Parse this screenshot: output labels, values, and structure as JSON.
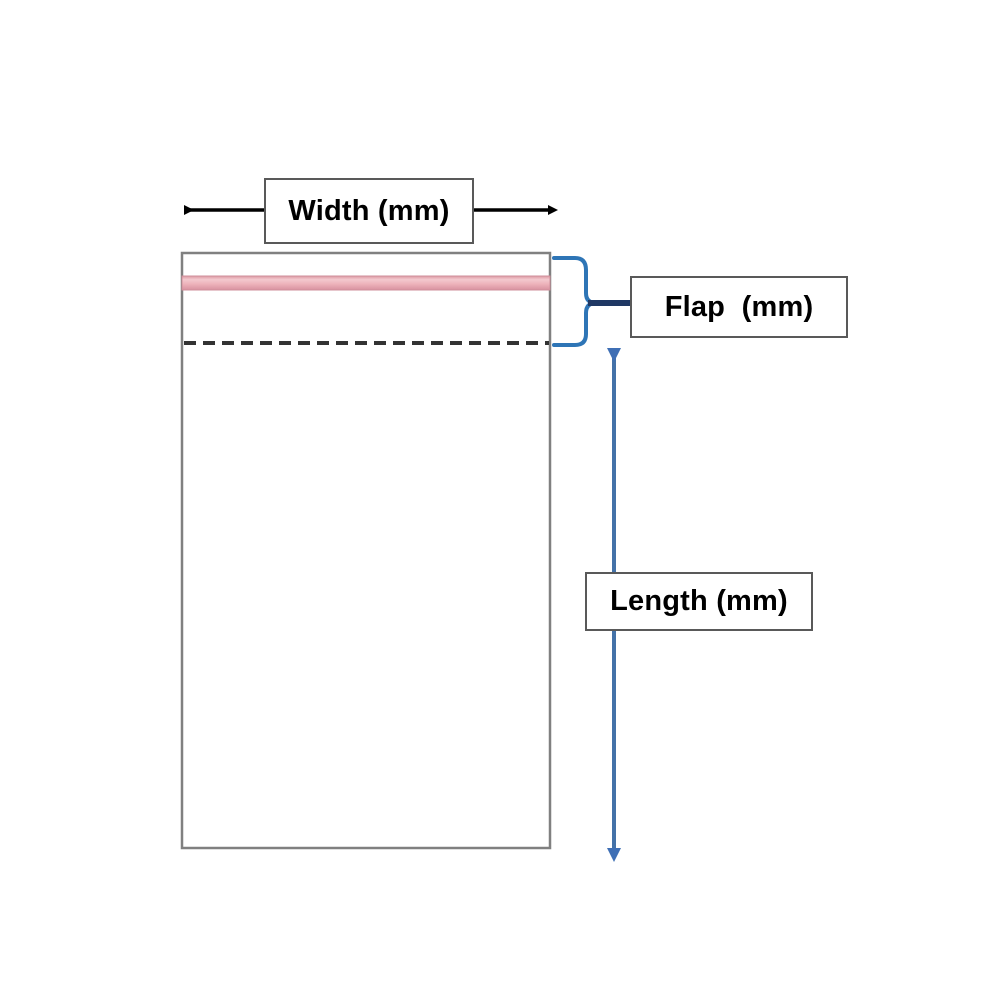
{
  "diagram": {
    "title": "Self-adhesive bag dimension diagram",
    "background_color": "#ffffff",
    "bag": {
      "name": "clear plastic self-seal bag",
      "outline_color": "#808080",
      "fill_color": "#ffffff",
      "adhesive_strip_color": "#e8a9b0",
      "adhesive_strip_name": "adhesive-strip",
      "fold_line_name": "flap-fold-dashed-line",
      "fold_line_color": "#333333"
    },
    "annotations": {
      "width": {
        "label": "Width (mm)",
        "arrow_name": "width-dimension-arrow",
        "arrow_color": "#000000",
        "arrow_style": "double-headed-horizontal"
      },
      "flap": {
        "label": "Flap  (mm)",
        "brace_name": "flap-curly-brace",
        "brace_color": "#2e75b6",
        "connector_color": "#1f3864"
      },
      "length": {
        "label": "Length (mm)",
        "arrow_name": "length-dimension-arrow",
        "arrow_color": "#4472a8",
        "arrow_style": "double-headed-vertical"
      }
    }
  }
}
